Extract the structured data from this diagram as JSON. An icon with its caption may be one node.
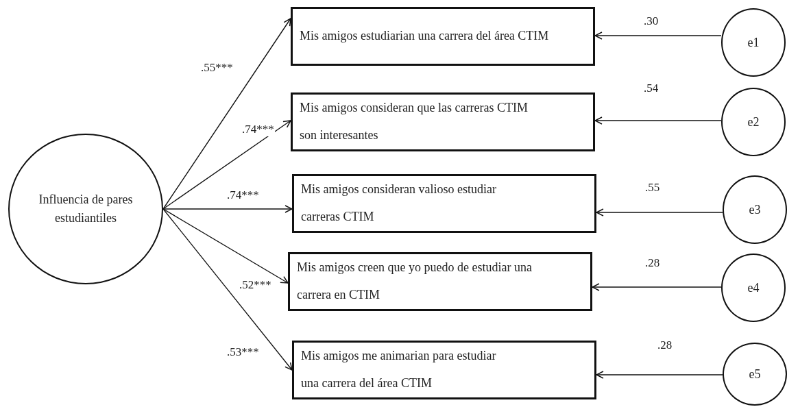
{
  "diagram": {
    "nodes": [
      {
        "text": [
          "Influencia de pares estudiantiles"
        ]
      },
      {
        "text": [
          "Mis amigos estudiarian una carrera del área CTIM"
        ]
      },
      {
        "text": [
          "Mis amigos consideran que las carreras CTIM son interesantes"
        ]
      },
      {
        "text": [
          "Mis amigos consideran valioso estudiar carreras CTIM"
        ]
      },
      {
        "text": [
          "Mis amigos creen que yo puedo de estudiar una carrera en CTIM"
        ]
      },
      {
        "text": [
          "Mis amigos me animarian para estudiar una carrera del área CTIM"
        ]
      },
      {
        "text": [
          "e1"
        ]
      },
      {
        "text": [
          "e2"
        ]
      },
      {
        "text": [
          "e3"
        ]
      },
      {
        "text": [
          "e4"
        ]
      },
      {
        "text": [
          "e5"
        ]
      }
    ],
    "edges": [
      {
        "from": 0,
        "to": 1,
        "arrow": "to",
        "label": ".55***"
      },
      {
        "from": 0,
        "to": 2,
        "arrow": "to",
        "label": ".74***"
      },
      {
        "from": 0,
        "to": 3,
        "arrow": "to",
        "label": ".74***"
      },
      {
        "from": 0,
        "to": 4,
        "arrow": "to",
        "label": ".52***"
      },
      {
        "from": 0,
        "to": 5,
        "arrow": "to",
        "label": ".53***"
      },
      {
        "from": 6,
        "to": 1,
        "arrow": "to",
        "label": ".30"
      },
      {
        "from": 7,
        "to": 2,
        "arrow": "to",
        "label": ".54"
      },
      {
        "from": 8,
        "to": 3,
        "arrow": "to",
        "label": ".55"
      },
      {
        "from": 9,
        "to": 4,
        "arrow": "to",
        "label": ".28"
      },
      {
        "from": 10,
        "to": 5,
        "arrow": "to",
        "label": ".28"
      }
    ]
  }
}
